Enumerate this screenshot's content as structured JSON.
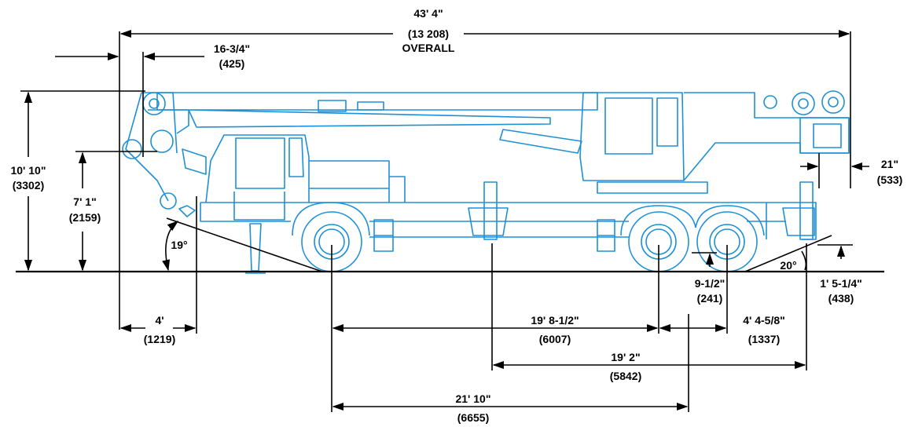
{
  "colors": {
    "crane": "#1e90d6",
    "dimension": "#000000"
  },
  "dimensions": {
    "overall_length": {
      "imperial": "43' 4\"",
      "metric": "(13 208)",
      "note": "OVERALL"
    },
    "front_overhang": {
      "imperial": "16-3/4\"",
      "metric": "(425)"
    },
    "overall_height": {
      "imperial": "10' 10\"",
      "metric": "(3302)"
    },
    "boom_height": {
      "imperial": "7' 1\"",
      "metric": "(2159)"
    },
    "rear_width": {
      "imperial": "21\"",
      "metric": "(533)"
    },
    "approach_angle": {
      "value": "19°"
    },
    "departure_angle": {
      "value": "20°"
    },
    "ground_clearance": {
      "imperial": "9-1/2\"",
      "metric": "(241)"
    },
    "rear_height": {
      "imperial": "1' 5-1/4\"",
      "metric": "(438)"
    },
    "front_to_axle": {
      "imperial": "4'",
      "metric": "(1219)"
    },
    "wheelbase": {
      "imperial": "19' 8-1/2\"",
      "metric": "(6007)"
    },
    "tandem_spacing": {
      "imperial": "4' 4-5/8\"",
      "metric": "(1337)"
    },
    "outrigger_span": {
      "imperial": "19' 2\"",
      "metric": "(5842)"
    },
    "front_to_tandem": {
      "imperial": "21' 10\"",
      "metric": "(6655)"
    }
  }
}
